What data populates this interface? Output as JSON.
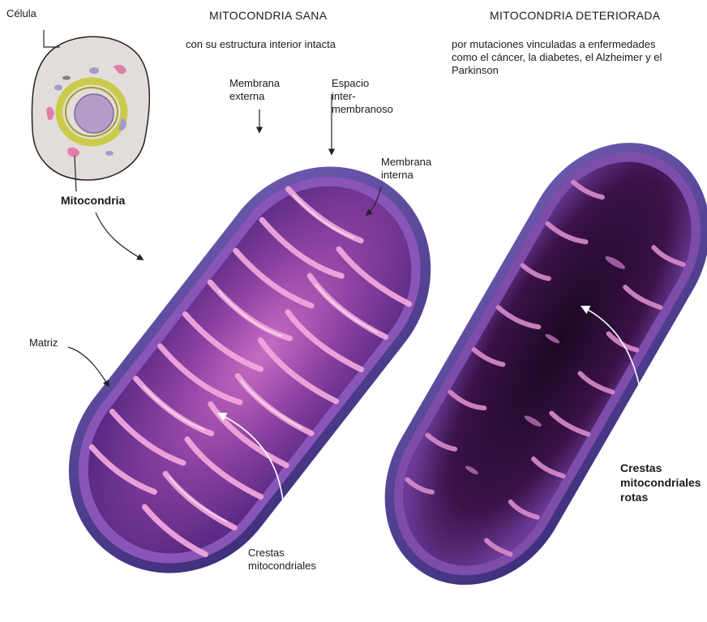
{
  "titles": {
    "healthy": "MITOCONDRIA SANA",
    "healthy_sub": "con su estructura interior intacta",
    "damaged": "MITOCONDRIA DETERIORADA",
    "damaged_sub": [
      "por mutaciones vinculadas a enfermedades",
      "como el cáncer, la diabetes, el Alzheimer y el",
      "Parkinson"
    ]
  },
  "labels": {
    "celula": "Célula",
    "mitocondria": "Mitocondria",
    "membrana_externa": [
      "Membrana",
      "externa"
    ],
    "espacio": [
      "Espacio",
      "inter-",
      "membranoso"
    ],
    "membrana_interna": [
      "Membrana",
      "interna"
    ],
    "matriz": "Matriz",
    "crestas": [
      "Crestas",
      "mitocondriales"
    ],
    "crestas_rotas": [
      "Crestas",
      "mitocondriales",
      "rotas"
    ]
  },
  "colors": {
    "outer_membrane": "#4b3a8c",
    "inner_membrane": "#8a55b8",
    "cristae": "#e89ad6",
    "matrix_healthy": "#7a3a96",
    "matrix_damaged": "#250a2e",
    "cell_fill": "#e2ddda",
    "nucleus": "#b59bc9",
    "golgi": "#c9c93a",
    "mito_small": "#e07fae"
  }
}
